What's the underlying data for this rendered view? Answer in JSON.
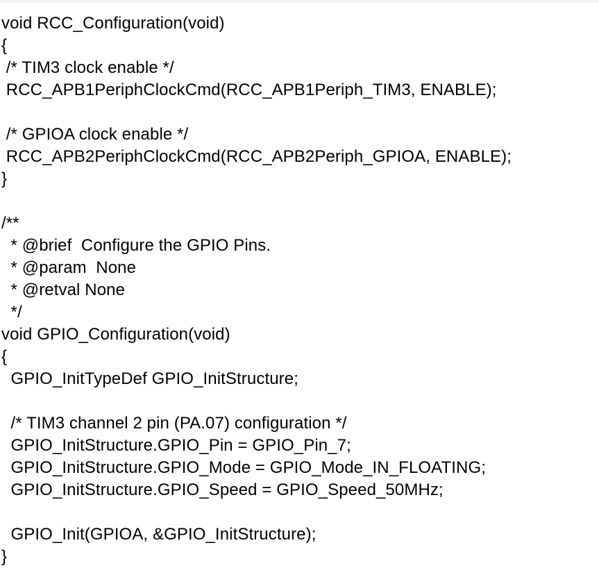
{
  "document": {
    "kind": "source-code-listing",
    "language": "C",
    "colors": {
      "background": "#ffffff",
      "text": "#000000",
      "top_edge_rule": "#f2f2f2"
    },
    "lines": [
      {
        "id": 1,
        "text": "void RCC_Configuration(void)"
      },
      {
        "id": 2,
        "text": "{"
      },
      {
        "id": 3,
        "text": " /* TIM3 clock enable */"
      },
      {
        "id": 4,
        "text": " RCC_APB1PeriphClockCmd(RCC_APB1Periph_TIM3, ENABLE);"
      },
      {
        "id": 5,
        "text": ""
      },
      {
        "id": 6,
        "text": " /* GPIOA clock enable */"
      },
      {
        "id": 7,
        "text": " RCC_APB2PeriphClockCmd(RCC_APB2Periph_GPIOA, ENABLE);"
      },
      {
        "id": 8,
        "text": "}"
      },
      {
        "id": 9,
        "text": ""
      },
      {
        "id": 10,
        "text": "/**"
      },
      {
        "id": 11,
        "text": "  * @brief  Configure the GPIO Pins."
      },
      {
        "id": 12,
        "text": "  * @param  None"
      },
      {
        "id": 13,
        "text": "  * @retval None"
      },
      {
        "id": 14,
        "text": "  */"
      },
      {
        "id": 15,
        "text": "void GPIO_Configuration(void)"
      },
      {
        "id": 16,
        "text": "{"
      },
      {
        "id": 17,
        "text": "  GPIO_InitTypeDef GPIO_InitStructure;"
      },
      {
        "id": 18,
        "text": ""
      },
      {
        "id": 19,
        "text": "  /* TIM3 channel 2 pin (PA.07) configuration */"
      },
      {
        "id": 20,
        "text": "  GPIO_InitStructure.GPIO_Pin = GPIO_Pin_7;"
      },
      {
        "id": 21,
        "text": "  GPIO_InitStructure.GPIO_Mode = GPIO_Mode_IN_FLOATING;"
      },
      {
        "id": 22,
        "text": "  GPIO_InitStructure.GPIO_Speed = GPIO_Speed_50MHz;"
      },
      {
        "id": 23,
        "text": ""
      },
      {
        "id": 24,
        "text": "  GPIO_Init(GPIOA, &GPIO_InitStructure);"
      },
      {
        "id": 25,
        "text": "}"
      }
    ]
  }
}
